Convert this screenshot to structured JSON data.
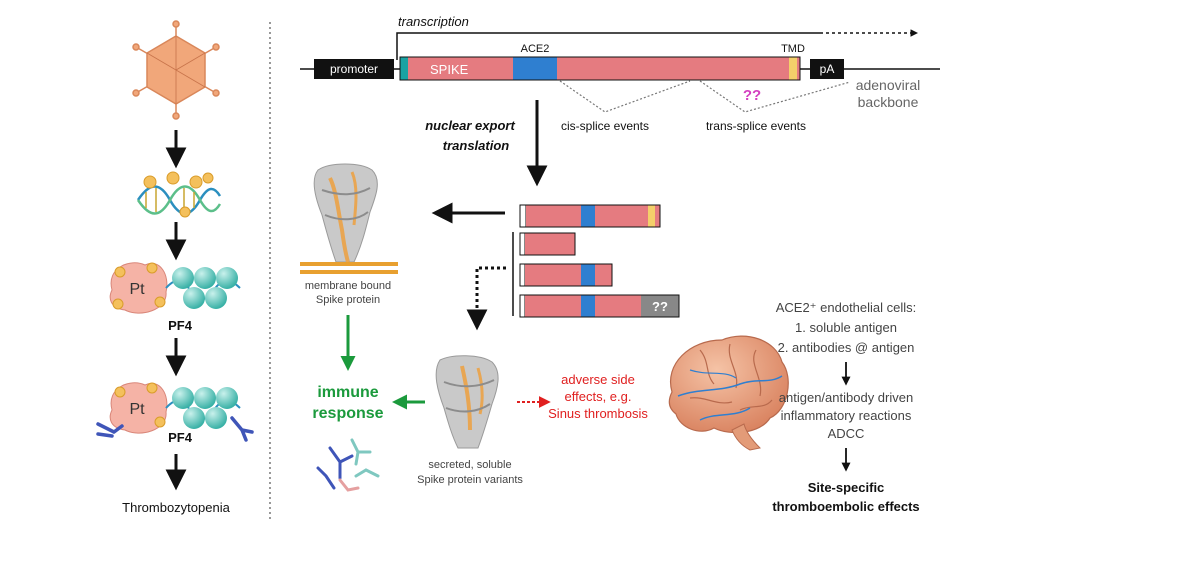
{
  "colors": {
    "exon": "#e57b80",
    "ace2": "#2f7fd0",
    "tmd": "#f4cf6a",
    "leader": "#1aa3a3",
    "backbone": "#111111",
    "unknown_box": "#888888",
    "green": "#1b9a3c",
    "red": "#e02020",
    "magenta": "#d43fc0",
    "grey_text": "#666666",
    "adenovirus": "#f1a77a",
    "pf4": "#6fcfc6",
    "antibody": "#3f55b8"
  },
  "left_pathway": {
    "pt_label_1": "Pt",
    "pf4_label_1": "PF4",
    "pt_label_2": "Pt",
    "pf4_label_2": "PF4",
    "result": "Thrombozytopenia"
  },
  "gene": {
    "transcription": "transcription",
    "promoter": "promoter",
    "spike": "SPIKE",
    "ace2": "ACE2",
    "tmd": "TMD",
    "pa": "pA",
    "backbone_line1": "adenoviral",
    "backbone_line2": "backbone",
    "unknown": "??",
    "cis_splice": "cis-splice events",
    "trans_splice": "trans-splice events"
  },
  "process": {
    "line1": "nuclear export",
    "line2": "translation"
  },
  "proteins": {
    "membrane_line1": "membrane bound",
    "membrane_line2": "Spike protein",
    "immune_line1": "immune",
    "immune_line2": "response",
    "variant_unknown": "??",
    "secreted_line1": "secreted, soluble",
    "secreted_line2": "Spike protein variants",
    "adverse_line1": "adverse side",
    "adverse_line2": "effects, e.g.",
    "adverse_line3": "Sinus thrombosis"
  },
  "endothelial": {
    "title": "ACE2⁺ endothelial cells:",
    "item1": "1. soluble antigen",
    "item2": "2. antibodies @ antigen",
    "reaction1": "antigen/antibody driven",
    "reaction2": "inflammatory reactions",
    "reaction3": "ADCC",
    "result1": "Site-specific",
    "result2": "thromboembolic effects"
  }
}
